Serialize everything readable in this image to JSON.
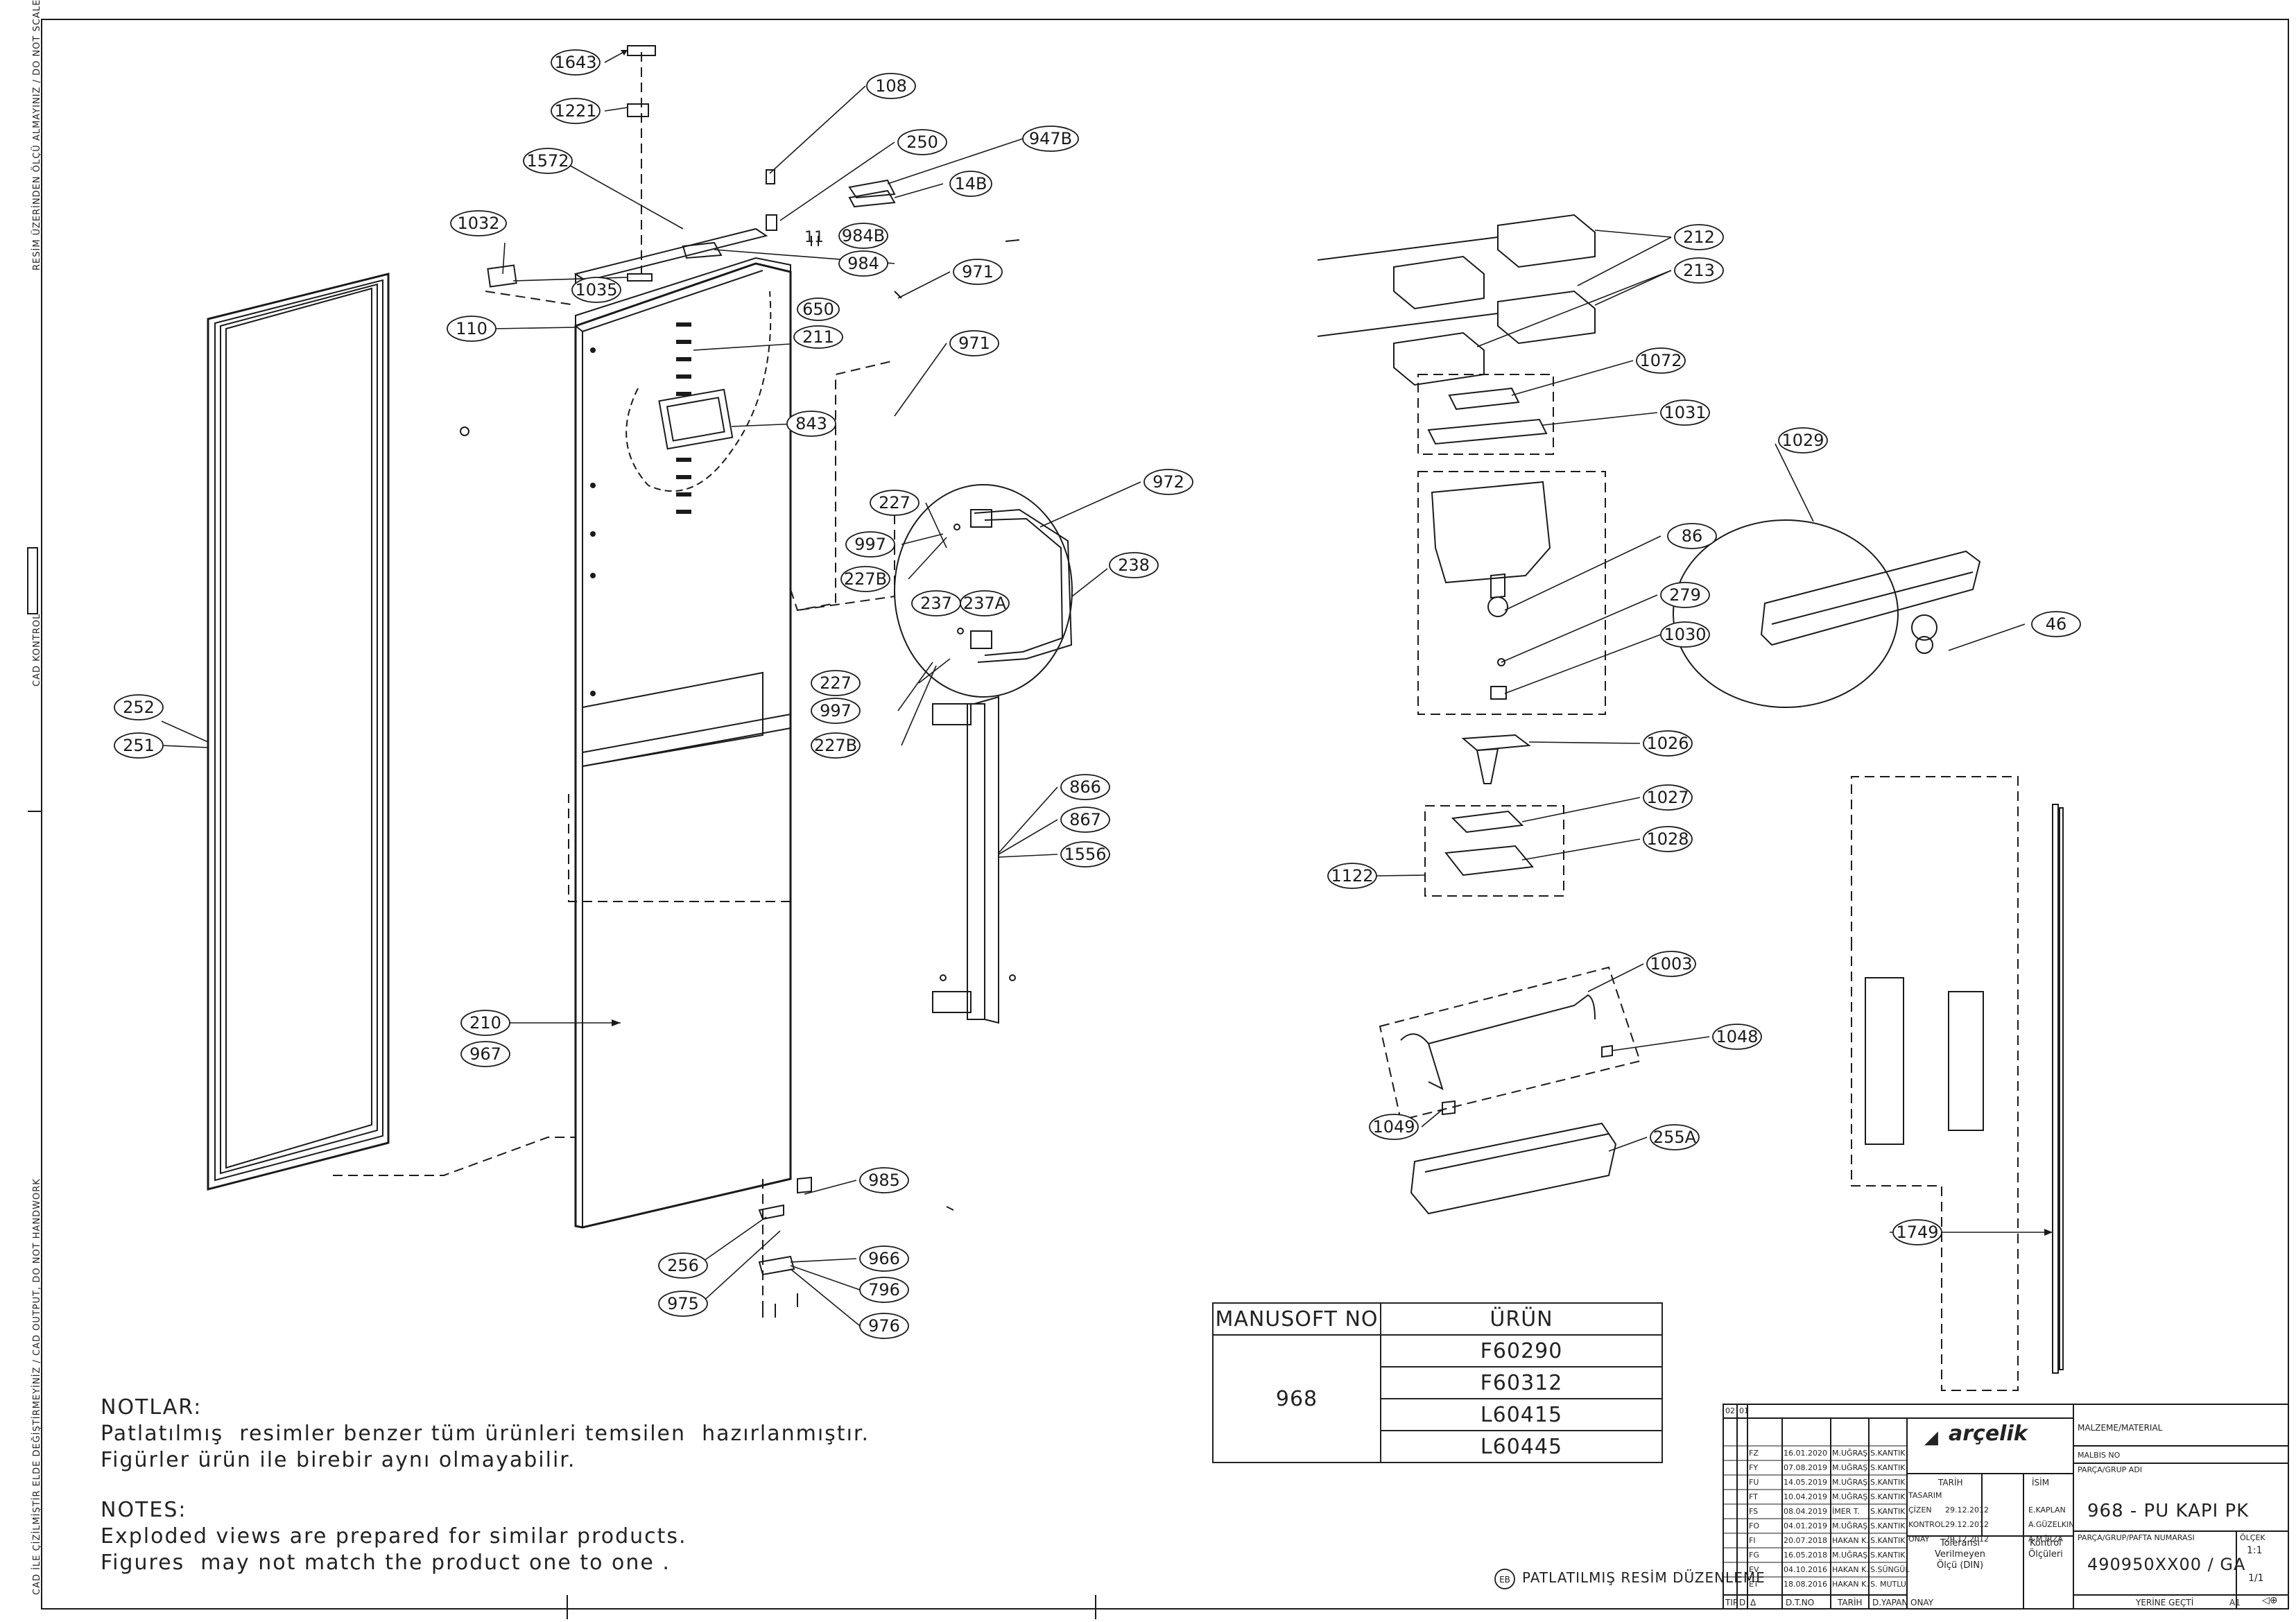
{
  "side_notes": {
    "top": "RESİM ÜZERİNDEN ÖLÇÜ ALMAYINIZ / DO NOT SCALE",
    "middle": "CAD KONTROL",
    "bottom": "CAD İLE ÇİZİLMİŞTİR ELDE DEĞİŞTİRMEYİNİZ / CAD OUTPUT, DO NOT HANDWORK"
  },
  "callouts": [
    "1643",
    "1221",
    "108",
    "1572",
    "250",
    "947B",
    "14B",
    "1032",
    "984B",
    "984",
    "1035",
    "110",
    "650",
    "211",
    "971",
    "971",
    "843",
    "972",
    "227",
    "997",
    "227B",
    "237",
    "237A",
    "238",
    "227",
    "997",
    "227B",
    "252",
    "251",
    "866",
    "867",
    "1556",
    "210",
    "967",
    "985",
    "256",
    "975",
    "966",
    "796",
    "976",
    "212",
    "213",
    "1072",
    "1031",
    "1029",
    "86",
    "279",
    "1030",
    "46",
    "1026",
    "1027",
    "1028",
    "1122",
    "1003",
    "1048",
    "1049",
    "255A",
    "1749",
    "EB"
  ],
  "loose_marks": {
    "eleven": "11"
  },
  "product_table": {
    "header_left": "MANUSOFT NO",
    "header_right": "ÜRÜN",
    "manusoft_no": "968",
    "products": [
      "F60290",
      "F60312",
      "L60415",
      "L60445"
    ]
  },
  "notes": {
    "tr_title": "NOTLAR:",
    "tr_line1": "Patlatılmış  resimler benzer tüm ürünleri temsilen  hazırlanmıştır.",
    "tr_line2": "Figürler ürün ile birebir aynı olmayabilir.",
    "en_title": "NOTES:",
    "en_line1": "Exploded views are prepared for similar products.",
    "en_line2": "Figures  may not match the product one to one ."
  },
  "revision_note": {
    "tag": "EB",
    "text": "PATLATILMIŞ RESİM DÜZENLEME"
  },
  "title_block": {
    "rev_codes": [
      "02",
      "01"
    ],
    "revisions": [
      {
        "code": "FZ",
        "date": "16.01.2020",
        "by": "M.UĞRAŞ",
        "chk": "S.KANTIK"
      },
      {
        "code": "FY",
        "date": "07.08.2019",
        "by": "M.UĞRAŞ",
        "chk": "S.KANTIK"
      },
      {
        "code": "FU",
        "date": "14.05.2019",
        "by": "M.UĞRAŞ",
        "chk": "S.KANTIK"
      },
      {
        "code": "FT",
        "date": "10.04.2019",
        "by": "M.UĞRAŞ",
        "chk": "S.KANTIK"
      },
      {
        "code": "FS",
        "date": "08.04.2019",
        "by": "İMER T.",
        "chk": "S.KANTIK"
      },
      {
        "code": "FO",
        "date": "04.01.2019",
        "by": "M.UĞRAŞ",
        "chk": "S.KANTIK"
      },
      {
        "code": "FI",
        "date": "20.07.2018",
        "by": "HAKAN K.",
        "chk": "S.KANTIK"
      },
      {
        "code": "FG",
        "date": "16.05.2018",
        "by": "M.UĞRAŞ",
        "chk": "S.KANTIK"
      },
      {
        "code": "EV",
        "date": "04.10.2016",
        "by": "HAKAN K.",
        "chk": "S.SÜNGÜL"
      },
      {
        "code": "ET",
        "date": "18.08.2016",
        "by": "HAKAN K.",
        "chk": "S. MUTLU"
      }
    ],
    "footer_cols": [
      "TIP",
      "D",
      "Δ",
      "D.T.NO",
      "TARİH",
      "D.YAPAN",
      "ONAY"
    ],
    "roles": [
      {
        "role": "TASARIM",
        "date": "",
        "name": ""
      },
      {
        "role": "ÇİZEN",
        "date": "29.12.2012",
        "name": "E.KAPLAN"
      },
      {
        "role": "KONTROL",
        "date": "29.12.2012",
        "name": "A.GÜZELKIN"
      },
      {
        "role": "ONAY",
        "date": "29.12.2012",
        "name": "A.M.İRZA"
      }
    ],
    "col_tarih": "TARİH",
    "col_isim": "İSİM",
    "tolerance": "Toleransı\nVerilmeyen\nÖlçü (DIN)",
    "control": "Kontrol\nÖlçüleri",
    "brand": "arçelik",
    "material_label": "MALZEME/MATERIAL",
    "malbis_label": "MALBIS NO",
    "part_group_label": "PARÇA/GRUP ADI",
    "part_name": "968 - PU KAPI PK",
    "drawing_no_label": "PARÇA/GRUP/PAFTA NUMARASI",
    "drawing_no": "490950XX00 / GA",
    "scale_label": "ÖLÇEK",
    "scale": "1:1",
    "sheet": "1/1",
    "supersedes_label": "YERİNE GEÇTİ",
    "paper": "A1"
  }
}
